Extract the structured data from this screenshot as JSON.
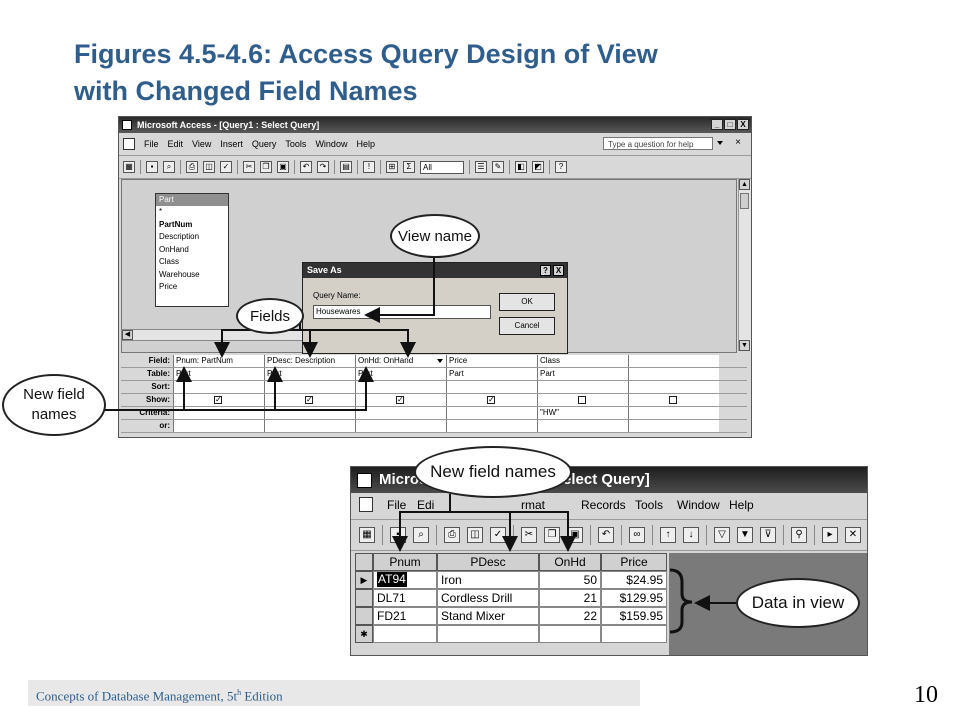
{
  "slide": {
    "title_line1": "Figures 4.5-4.6: Access Query Design of View",
    "title_line2": "with Changed Field Names",
    "footer_prefix": "Concepts of Database Management, 5t",
    "footer_sup": "h",
    "footer_suffix": " Edition",
    "page_number": "10"
  },
  "query_window": {
    "title": "Microsoft Access - [Query1 : Select Query]",
    "window_buttons": [
      "_",
      "□",
      "X"
    ],
    "menu": [
      "File",
      "Edit",
      "View",
      "Insert",
      "Query",
      "Tools",
      "Window",
      "Help"
    ],
    "ask_placeholder": "Type a question for help",
    "toolbar_combo": "All",
    "table_box": {
      "title": "Part",
      "fields": [
        "*",
        "PartNum",
        "Description",
        "OnHand",
        "Class",
        "Warehouse",
        "Price"
      ]
    },
    "grid": {
      "row_labels": [
        "Field:",
        "Table:",
        "Sort:",
        "Show:",
        "Criteria:",
        "or:"
      ],
      "columns": [
        {
          "field": "Pnum: PartNum",
          "table": "Part",
          "show": true,
          "criteria": ""
        },
        {
          "field": "PDesc: Description",
          "table": "Part",
          "show": true,
          "criteria": ""
        },
        {
          "field": "OnHd: OnHand",
          "table": "Part",
          "show": true,
          "criteria": ""
        },
        {
          "field": "Price",
          "table": "Part",
          "show": true,
          "criteria": ""
        },
        {
          "field": "Class",
          "table": "Part",
          "show": false,
          "criteria": "\"HW\""
        },
        {
          "field": "",
          "table": "",
          "show": false,
          "criteria": ""
        }
      ]
    },
    "save_as": {
      "title": "Save As",
      "title_buttons": [
        "?",
        "X"
      ],
      "query_name_label": "Query Name:",
      "query_name_value": "Housewares",
      "ok_label": "OK",
      "cancel_label": "Cancel"
    }
  },
  "datasheet_window": {
    "title_left": "Microso",
    "title_right": "elect Query]",
    "menu": [
      "File",
      "Edi",
      "rmat",
      "Records",
      "Tools",
      "Window",
      "Help"
    ],
    "columns": [
      "Pnum",
      "PDesc",
      "OnHd",
      "Price"
    ],
    "rows": [
      {
        "selector": "▶",
        "pnum": "AT94",
        "pdesc": "Iron",
        "onhd": "50",
        "price": "$24.95"
      },
      {
        "selector": "",
        "pnum": "DL71",
        "pdesc": "Cordless Drill",
        "onhd": "21",
        "price": "$129.95"
      },
      {
        "selector": "",
        "pnum": "FD21",
        "pdesc": "Stand Mixer",
        "onhd": "22",
        "price": "$159.95"
      },
      {
        "selector": "✱",
        "pnum": "",
        "pdesc": "",
        "onhd": "",
        "price": ""
      }
    ]
  },
  "callouts": {
    "view_name": "View name",
    "fields": "Fields",
    "new_field_names_left_line1": "New field",
    "new_field_names_left_line2": "names",
    "new_field_names_bottom": "New field names",
    "data_in_view": "Data in view"
  }
}
